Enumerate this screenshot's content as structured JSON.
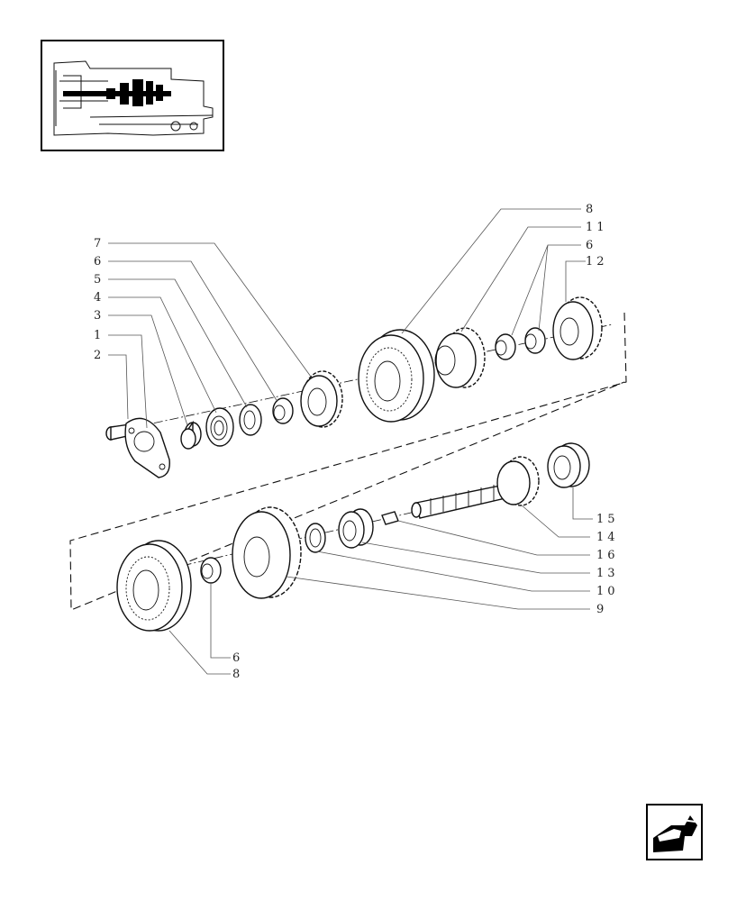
{
  "callouts": {
    "c7": "7",
    "c6a": "6",
    "c5": "5",
    "c4": "4",
    "c3": "3",
    "c1": "1",
    "c2": "2",
    "c8a": "8",
    "c11": "11",
    "c6b": "6",
    "c12": "12",
    "c15": "15",
    "c14": "14",
    "c16": "16",
    "c13": "13",
    "c10": "10",
    "c9": "9",
    "c6c": "6",
    "c8b": "8"
  },
  "icons": {
    "locator": "transmission-section-locator-icon",
    "nav": "previous-page-arrow-icon"
  }
}
